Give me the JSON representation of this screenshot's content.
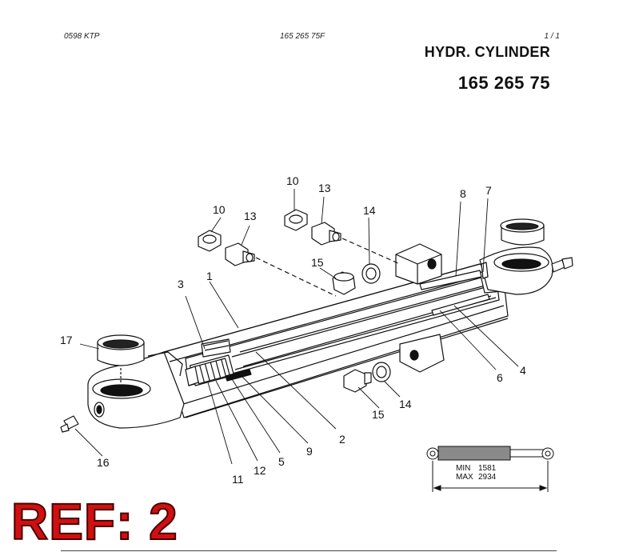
{
  "header": {
    "doc_code": "0598 KTP",
    "part_ref": "165 265 75F",
    "page": "1 / 1",
    "title": "HYDR. CYLINDER",
    "part_number": "165 265 75"
  },
  "ref_label": "REF: 2",
  "callouts": [
    "1",
    "2",
    "3",
    "4",
    "5",
    "6",
    "7",
    "8",
    "9",
    "10",
    "10",
    "11",
    "12",
    "13",
    "13",
    "14",
    "14",
    "15",
    "15",
    "16",
    "17"
  ],
  "dimension_box": {
    "min_label": "MIN",
    "min_value": "1581",
    "max_label": "MAX",
    "max_value": "2934"
  },
  "colors": {
    "ref_red": "#d01010",
    "rod_grey": "#8a8a8a"
  }
}
